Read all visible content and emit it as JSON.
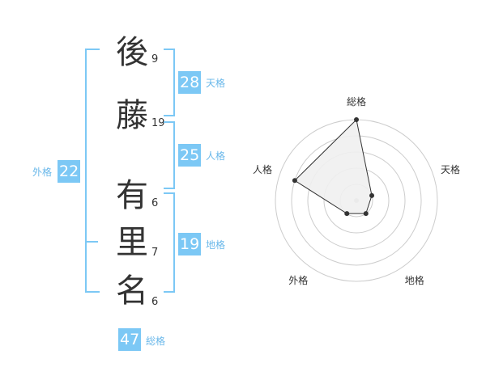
{
  "name": {
    "chars": [
      {
        "char": "後",
        "strokes": "9"
      },
      {
        "char": "藤",
        "strokes": "19"
      },
      {
        "char": "有",
        "strokes": "6"
      },
      {
        "char": "里",
        "strokes": "7"
      },
      {
        "char": "名",
        "strokes": "6"
      }
    ]
  },
  "fortunes": {
    "tenkaku": {
      "value": "28",
      "label": "天格"
    },
    "jinkaku": {
      "value": "25",
      "label": "人格"
    },
    "chikaku": {
      "value": "19",
      "label": "地格"
    },
    "gaikaku": {
      "value": "22",
      "label": "外格"
    },
    "soukaku": {
      "value": "47",
      "label": "総格"
    }
  },
  "colors": {
    "accent": "#7cc8f5",
    "accent_text": "#6ab8ea",
    "radar_ring": "#cccccc",
    "radar_fill": "#efefef",
    "radar_line": "#333333"
  },
  "chart_data": {
    "type": "radar",
    "axes": [
      "総格",
      "天格",
      "地格",
      "外格",
      "人格"
    ],
    "values": [
      5,
      1,
      1,
      1,
      4
    ],
    "max": 5,
    "rings": 5
  }
}
